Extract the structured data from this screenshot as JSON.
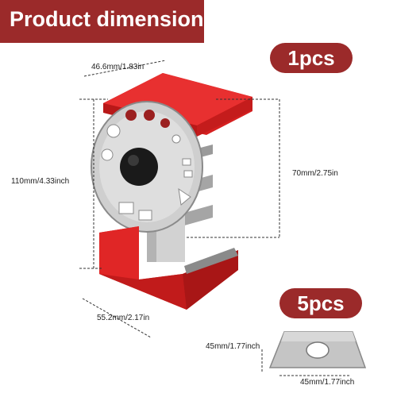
{
  "title": "Product dimensions",
  "qty_tool": "1pcs",
  "qty_blades": "5pcs",
  "dims": {
    "top_width": "46.6mm/1.83in",
    "height": "110mm/4.33inch",
    "mid_height": "70mm/2.75in",
    "base_depth": "55.2mm/2.17in",
    "blade_height": "45mm/1.77inch",
    "blade_width": "45mm/1.77inch"
  },
  "colors": {
    "banner": "#9b2a2a",
    "product_red": "#d62020",
    "steel": "#c9c9c9"
  }
}
